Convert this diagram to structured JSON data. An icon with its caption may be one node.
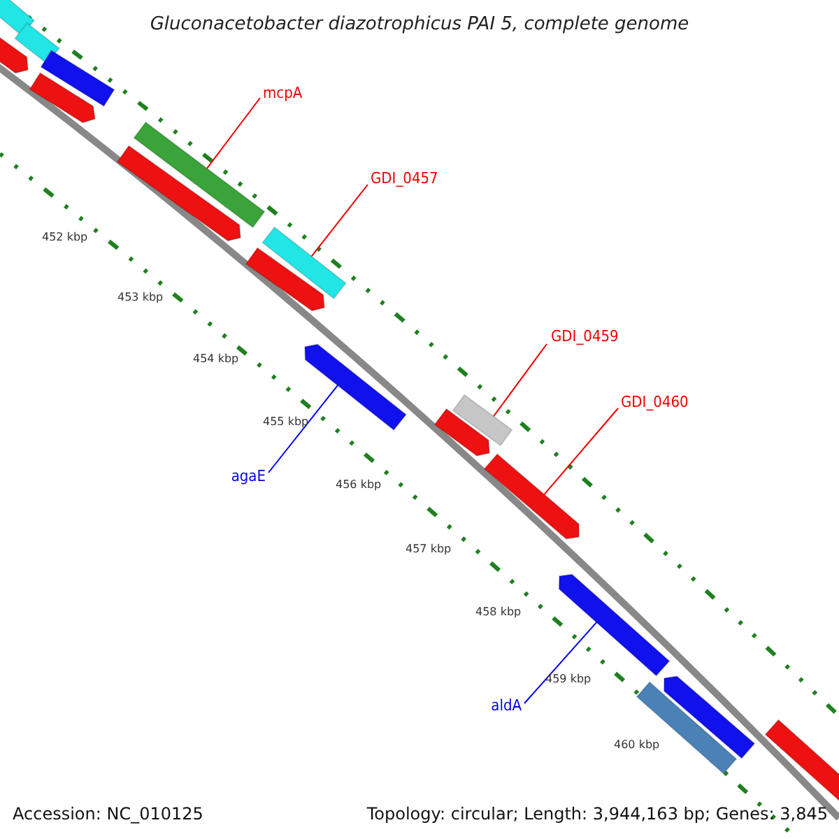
{
  "diagram": {
    "title": "Gluconacetobacter diazotrophicus PAI 5, complete genome",
    "nodes": [
      {
        "text": [],
        "shape": "bar"
      },
      {
        "text": [],
        "shape": "bar"
      },
      {
        "text": [],
        "shape": "arrow"
      },
      {
        "text": [],
        "shape": "bar"
      },
      {
        "text": [],
        "shape": "arrow"
      },
      {
        "text": [
          "mcpA"
        ]
      },
      {
        "text": [],
        "shape": "bar"
      },
      {
        "text": [],
        "shape": "arrow"
      },
      {
        "text": [
          "GDI_0457"
        ]
      },
      {
        "text": [],
        "shape": "bar"
      },
      {
        "text": [],
        "shape": "arrow"
      },
      {
        "text": [
          "agaE"
        ]
      },
      {
        "text": [],
        "shape": "arrow"
      },
      {
        "text": [
          "GDI_0459"
        ]
      },
      {
        "text": [],
        "shape": "bar"
      },
      {
        "text": [],
        "shape": "arrow"
      },
      {
        "text": [
          "GDI_0460"
        ]
      },
      {
        "text": [],
        "shape": "arrow"
      },
      {
        "text": [
          "aldA"
        ]
      },
      {
        "text": [],
        "shape": "arrow"
      },
      {
        "text": [],
        "shape": "arrow"
      },
      {
        "text": [],
        "shape": "bar"
      },
      {
        "text": [],
        "shape": "arrow"
      }
    ],
    "edges": [
      {
        "from": 5,
        "to": 6,
        "arrow": "none"
      },
      {
        "from": 8,
        "to": 9,
        "arrow": "none"
      },
      {
        "from": 13,
        "to": 14,
        "arrow": "none"
      },
      {
        "from": 16,
        "to": 17,
        "arrow": "none"
      },
      {
        "from": 11,
        "to": 12,
        "arrow": "none",
        "color": "#0000ff"
      },
      {
        "from": 18,
        "to": 19,
        "arrow": "none",
        "color": "#0000ff"
      }
    ],
    "labels": [
      "452 kbp",
      "453 kbp",
      "454 kbp",
      "455 kbp",
      "456 kbp",
      "457 kbp",
      "458 kbp",
      "459 kbp",
      "460 kbp",
      "Accession: NC_010125",
      "Topology: circular; Length: 3,944,163 bp; Genes: 3,845"
    ]
  }
}
